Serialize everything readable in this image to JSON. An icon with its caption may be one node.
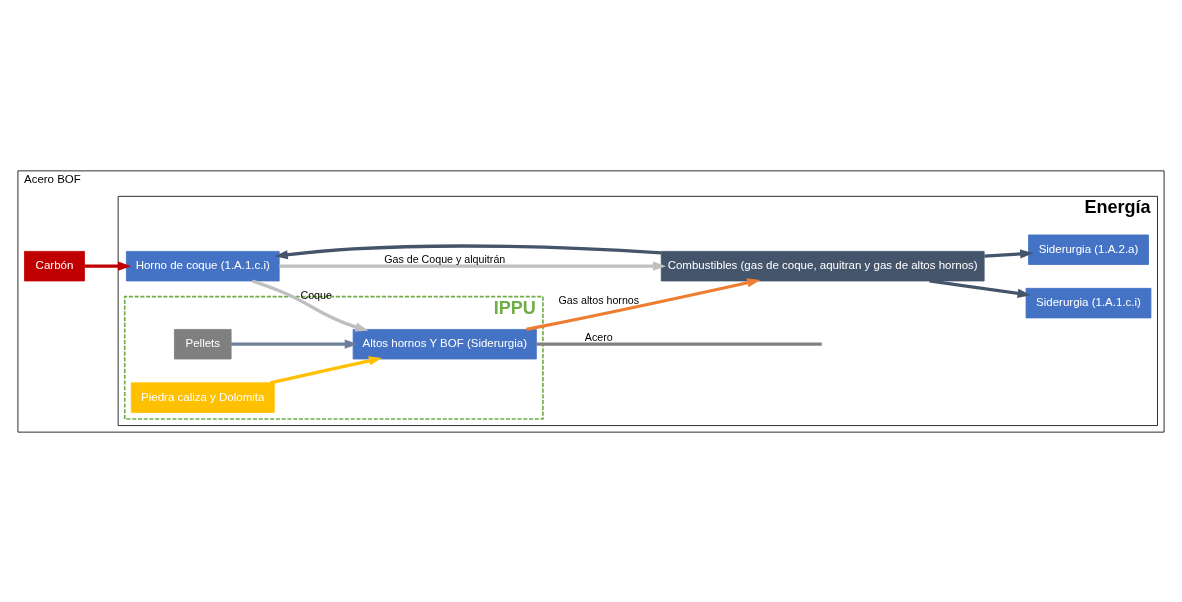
{
  "diagram": {
    "nodes": [
      {
        "text": [
          "Acero BOF"
        ]
      },
      {
        "text": [
          "Energía"
        ],
        "in": 0
      },
      {
        "text": [
          "Carbón"
        ],
        "in": 0
      },
      {
        "text": [
          "Horno de coque (1.A.1.c.i)"
        ],
        "in": 1
      },
      {
        "text": [
          "Siderurgia (1.A.1.c.i)"
        ],
        "in": 1
      },
      {
        "text": [
          "Siderurgia (1.A.2.a)"
        ],
        "in": 1
      },
      {
        "text": [
          "Combustibles (gas de coque, aquitran y gas de altos hornos)"
        ],
        "in": 1
      },
      {
        "text": [
          "IPPU"
        ],
        "in": 1
      },
      {
        "text": [
          "Altos hornos Y BOF (Siderurgia)"
        ],
        "in": 7
      },
      {
        "text": [
          "Pellets"
        ],
        "in": 7
      },
      {
        "text": [
          "Piedra caliza y Dolomita"
        ],
        "in": 7
      }
    ],
    "edges": [
      {
        "from": 2,
        "to": 3,
        "arrow": "to",
        "color": "#c00000"
      },
      {
        "from": 3,
        "to": 8,
        "arrow": "to",
        "label": "Coque",
        "color": "#bfbfbf"
      },
      {
        "from": 3,
        "to": 6,
        "arrow": "to",
        "label": "Gas de Coque y alquitrán",
        "color": "#bfbfbf"
      },
      {
        "from": 6,
        "to": 3,
        "arrow": "to"
      },
      {
        "from": 6,
        "to": 4,
        "arrow": "to"
      },
      {
        "from": 6,
        "to": 5,
        "arrow": "to"
      },
      {
        "from": 9,
        "to": 8,
        "arrow": "to",
        "color": "#6f7f99"
      },
      {
        "from": 10,
        "to": 8,
        "arrow": "to",
        "color": "#ffc000"
      },
      {
        "from": 8,
        "to": null,
        "arrow": "none",
        "label": "Acero",
        "color": "#808080"
      },
      {
        "from": 8,
        "to": 6,
        "arrow": "to",
        "label": "Gas altos hornos",
        "color": "#ed7d31"
      }
    ]
  }
}
